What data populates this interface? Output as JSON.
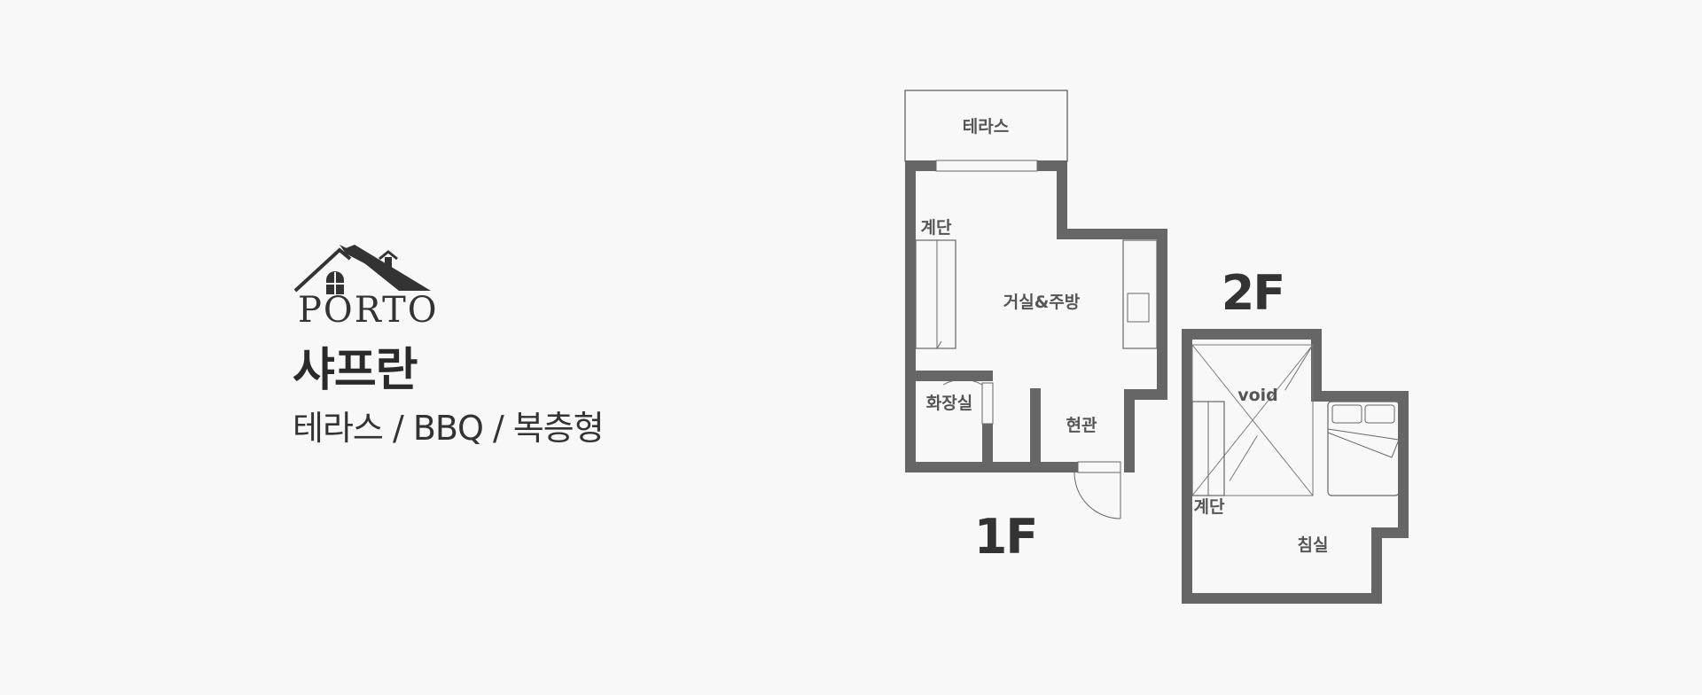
{
  "brand": {
    "logo_text": "PORTO",
    "room_name": "샤프란",
    "features": "테라스 / BBQ / 복층형"
  },
  "floorplan": {
    "first_floor": {
      "label": "1F",
      "rooms": {
        "terrace": "테라스",
        "stairs": "계단",
        "living_kitchen": "거실&주방",
        "bathroom": "화장실",
        "entrance": "현관"
      }
    },
    "second_floor": {
      "label": "2F",
      "rooms": {
        "void": "void",
        "stairs": "계단",
        "bedroom": "침실"
      }
    }
  }
}
